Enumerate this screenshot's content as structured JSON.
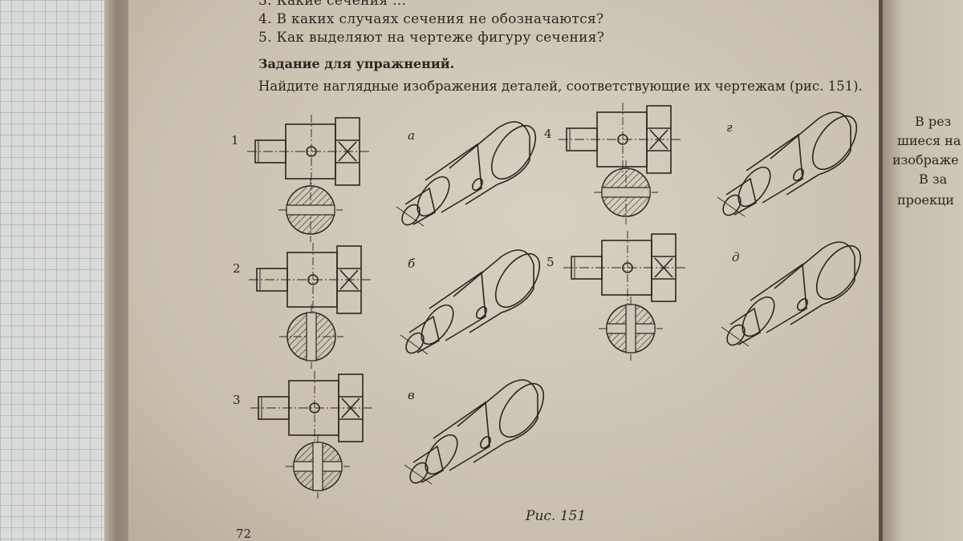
{
  "questions": [
    {
      "id": "q3",
      "text": "3. Какие сечения ..."
    },
    {
      "id": "q4",
      "text": "4. В каких случаях сечения не обозначаются?"
    },
    {
      "id": "q5",
      "text": "5. Как выделяют на чертеже фигуру сечения?"
    }
  ],
  "exercise": {
    "heading": "Задание для упражнений.",
    "task": "Найдите наглядные изображения деталей, соответствующие их чертежам (рис. 151)."
  },
  "figure": {
    "drawing_labels": [
      "1",
      "2",
      "3",
      "4",
      "5"
    ],
    "pictorial_labels": [
      "а",
      "б",
      "в",
      "г",
      "д"
    ],
    "caption": "Рис. 151"
  },
  "page_number": "72",
  "right_page": {
    "lines": [
      "В рез",
      "шиеся на",
      "изображе",
      "В за",
      "проекци"
    ]
  },
  "colors": {
    "paper": "#cfc7b8",
    "ink": "#2b2622",
    "grid": "#d9dbd8"
  }
}
